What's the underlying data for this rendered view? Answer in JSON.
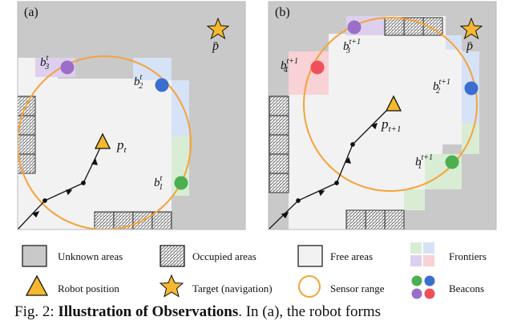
{
  "panels": [
    {
      "label": "(a)",
      "robot_label": "p",
      "robot_sub": "t",
      "target_label": "p̄",
      "beacons": [
        {
          "label": "b",
          "sub": "3",
          "sup": "t",
          "color": "#9b6fc7"
        },
        {
          "label": "b",
          "sub": "2",
          "sup": "t",
          "color": "#3a6fd0"
        },
        {
          "label": "b",
          "sub": "1",
          "sup": "t",
          "color": "#4caf50"
        }
      ]
    },
    {
      "label": "(b)",
      "robot_label": "p",
      "robot_sub": "t+1",
      "target_label": "p̄",
      "beacons": [
        {
          "label": "b",
          "sub": "3",
          "sup": "t+1",
          "color": "#9b6fc7"
        },
        {
          "label": "b",
          "sub": "4",
          "sup": "t+1",
          "color": "#f0505a"
        },
        {
          "label": "b",
          "sub": "2",
          "sup": "t+1",
          "color": "#3a6fd0"
        },
        {
          "label": "b",
          "sub": "1",
          "sup": "t+1",
          "color": "#4caf50"
        }
      ]
    }
  ],
  "legend": {
    "unknown": "Unknown areas",
    "occupied": "Occupied areas",
    "free": "Free areas",
    "frontiers": "Frontiers",
    "robot": "Robot position",
    "target": "Target (navigation)",
    "sensor": "Sensor range",
    "beacons": "Beacons"
  },
  "colors": {
    "unknown": "#c9c9c9",
    "free": "#f2f2f2",
    "sensor": "#f5a33a",
    "robot": "#f5b82e",
    "frontier_purple": "#ddd0ee",
    "frontier_blue": "#d6e2f6",
    "frontier_green": "#d9edd4",
    "frontier_red": "#f8d2d4"
  },
  "caption": {
    "prefix": "Fig. 2: ",
    "bold": "Illustration of Observations",
    "rest": ". In (a), the robot forms"
  }
}
